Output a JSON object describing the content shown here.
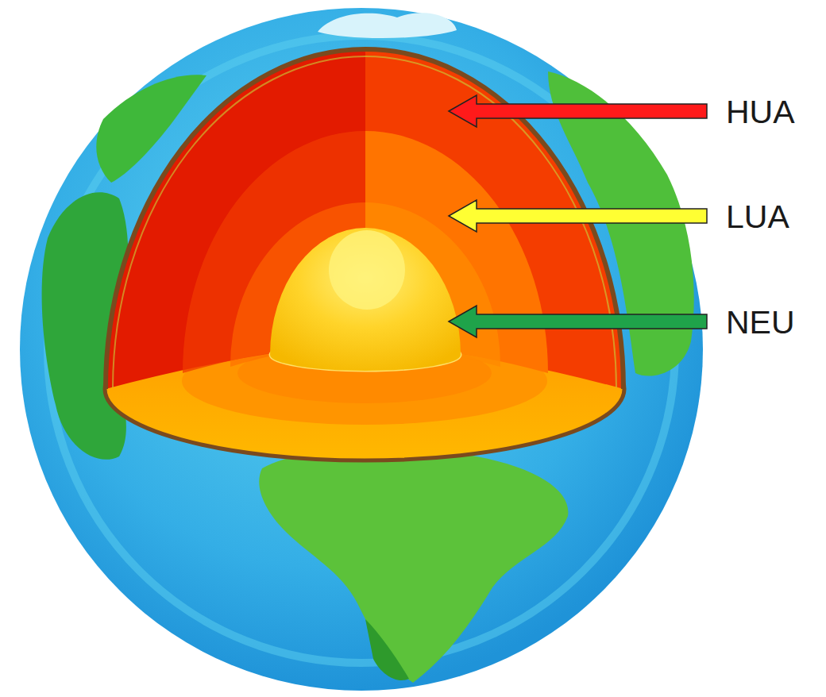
{
  "diagram": {
    "labels": [
      "HUA",
      "LUA",
      "NEU"
    ]
  }
}
